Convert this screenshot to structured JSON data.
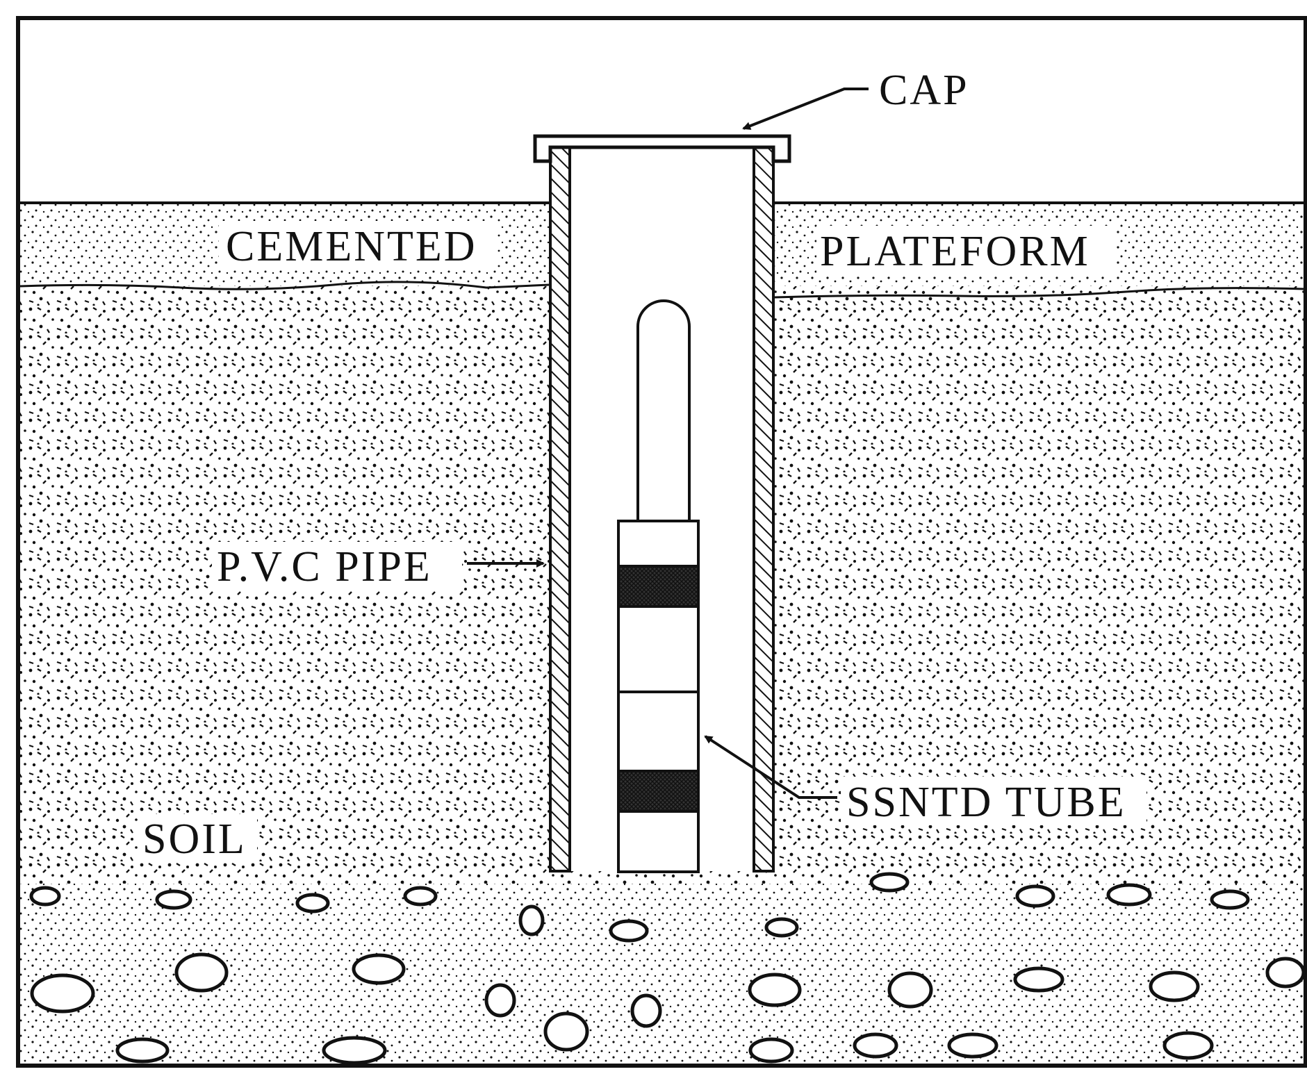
{
  "labels": {
    "cap": "CAP",
    "cemented": "CEMENTED",
    "plateform": "PLATEFORM",
    "pvc_pipe": "P.V.C PIPE",
    "ssntd_tube": "SSNTD TUBE",
    "soil": "SOIL"
  },
  "colors": {
    "ink": "#111111",
    "background": "#ffffff"
  }
}
